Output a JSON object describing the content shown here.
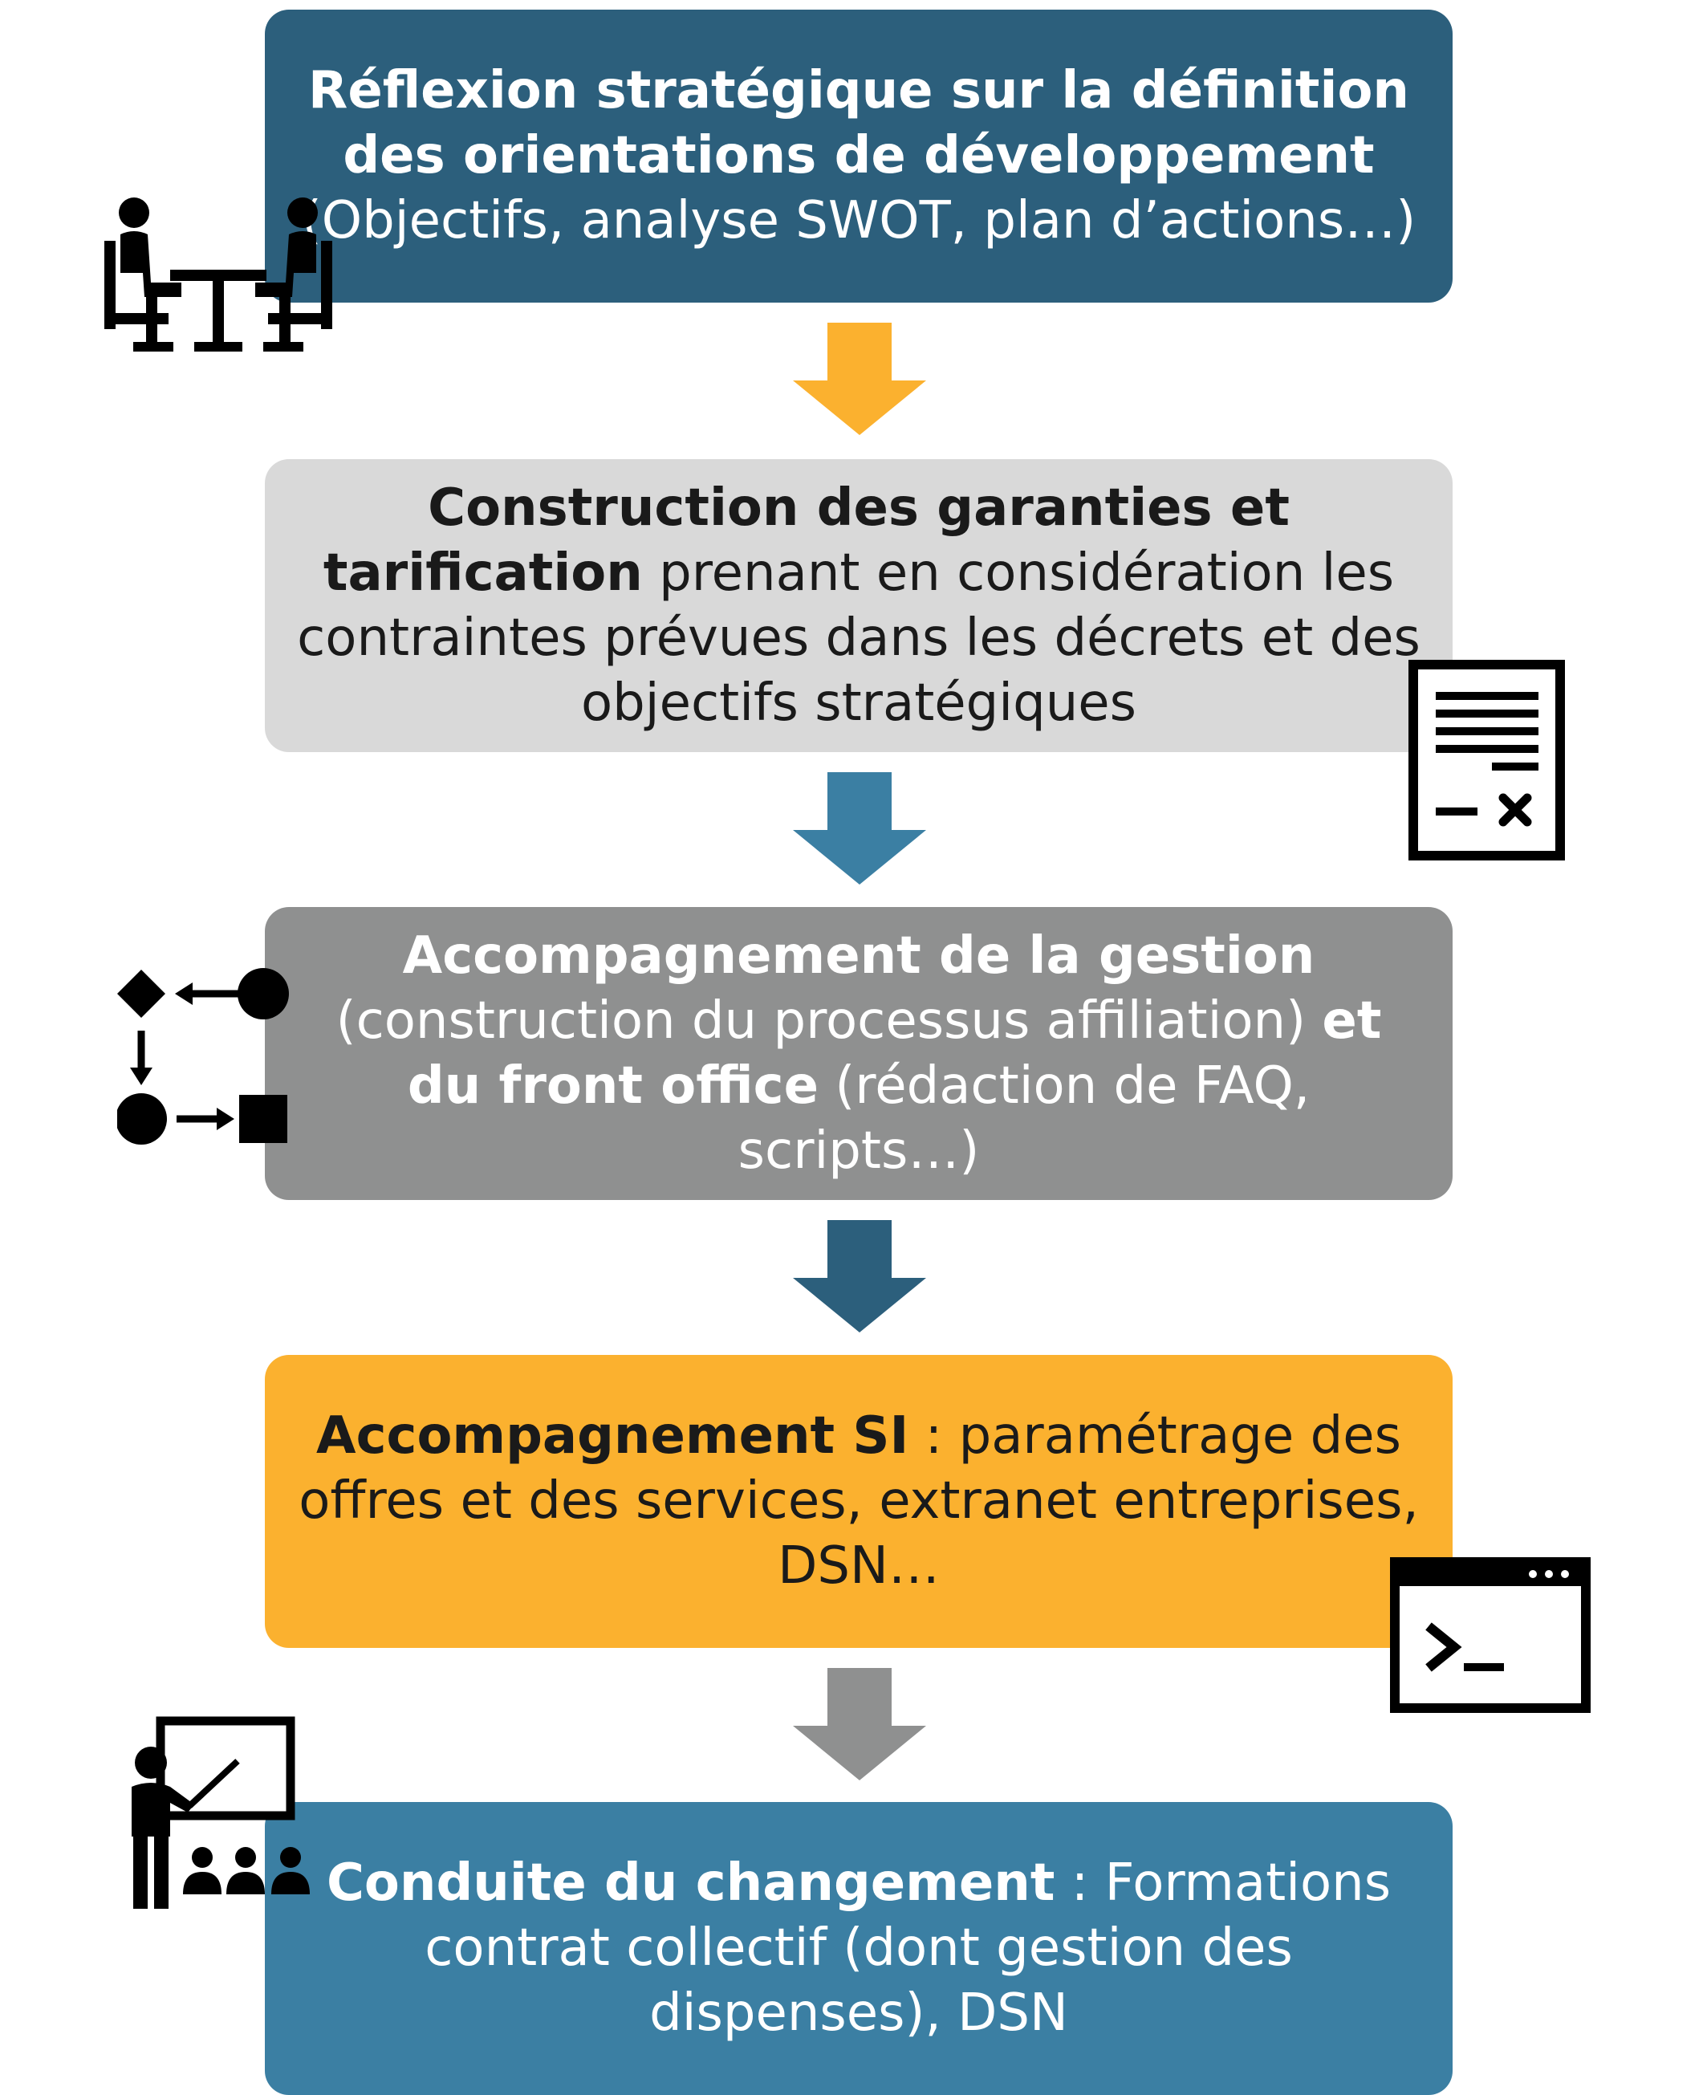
{
  "steps": [
    {
      "bold": "Réflexion stratégique sur la définition des orientations de développement",
      "normal": " (Objectifs, analyse SWOT, plan d’actions…)",
      "bg": "#2c5f7c",
      "text_color": "#ffffff"
    },
    {
      "bold": "Construction des garanties et tarification",
      "normal": " prenant en considération les contraintes prévues dans les décrets et des objectifs stratégiques",
      "bg": "#d9d9d9",
      "text_color": "#1a1a1a"
    },
    {
      "bold": "Accompagnement de la gestion",
      "normal": " (construction du processus affiliation) ",
      "bold2": "et du front office",
      "normal2": " (rédaction de FAQ, scripts…)",
      "bg": "#8f9090",
      "text_color": "#ffffff"
    },
    {
      "bold": "Accompagnement SI",
      "normal": " : paramétrage des offres et des services, extranet entreprises, DSN…",
      "bg": "#fbb12f",
      "text_color": "#1a1a1a"
    },
    {
      "bold": "Conduite du changement",
      "normal": " : Formations contrat collectif (dont gestion des dispenses), DSN",
      "bg": "#3b7fa3",
      "text_color": "#ffffff"
    }
  ],
  "arrows": [
    {
      "color": "#fbb12f"
    },
    {
      "color": "#3b7fa3"
    },
    {
      "color": "#2c5f7c"
    },
    {
      "color": "#8f9090"
    }
  ],
  "icons": [
    "meeting-icon",
    "contract-icon",
    "process-flow-icon",
    "terminal-icon",
    "teaching-icon"
  ]
}
